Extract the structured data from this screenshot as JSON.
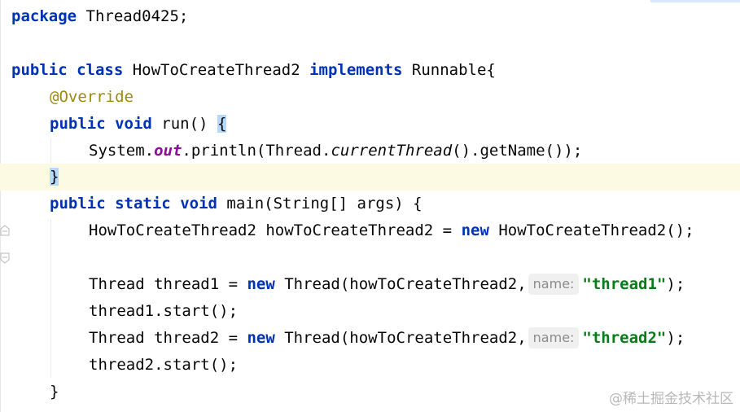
{
  "code": {
    "package_line": {
      "keyword": "package",
      "name": " Thread0425;"
    },
    "class_line": {
      "kw_public": "public",
      "kw_class": "class",
      "class_name": " HowToCreateThread2 ",
      "kw_implements": "implements",
      "interface": " Runnable{"
    },
    "annotation_line": {
      "annotation": "@Override"
    },
    "run_line": {
      "kw_public": "public",
      "kw_void": "void",
      "method": " run() ",
      "brace": "{"
    },
    "println_line": {
      "prefix": "System.",
      "field": "out",
      "mid": ".println(Thread.",
      "italic_method": "currentThread",
      "suffix": "().getName());"
    },
    "close_run_line": {
      "brace": "}"
    },
    "main_line": {
      "kw_public": "public",
      "kw_static": "static",
      "kw_void": "void",
      "signature": " main(String[] args) {"
    },
    "instance_line": {
      "prefix": "HowToCreateThread2 howToCreateThread2 = ",
      "kw_new": "new",
      "suffix": " HowToCreateThread2();"
    },
    "thread1_line": {
      "prefix": "Thread thread1 = ",
      "kw_new": "new",
      "mid": " Thread(howToCreateThread2,",
      "hint": "name:",
      "string": "\"thread1\"",
      "suffix": ");"
    },
    "start1_line": {
      "text": "thread1.start();"
    },
    "thread2_line": {
      "prefix": "Thread thread2 = ",
      "kw_new": "new",
      "mid": " Thread(howToCreateThread2,",
      "hint": "name:",
      "string": "\"thread2\"",
      "suffix": ");"
    },
    "start2_line": {
      "text": "thread2.start();"
    },
    "close_main_line": {
      "brace": "}"
    }
  },
  "watermark": "@稀土掘金技术社区",
  "colors": {
    "keyword": "#0033b3",
    "annotation": "#9e880d",
    "static_field": "#871094",
    "string": "#067d17",
    "current_line": "#fcfae3",
    "brace_match": "#b5d8fd"
  },
  "icons": [
    "fold-start-icon",
    "fold-end-icon"
  ]
}
